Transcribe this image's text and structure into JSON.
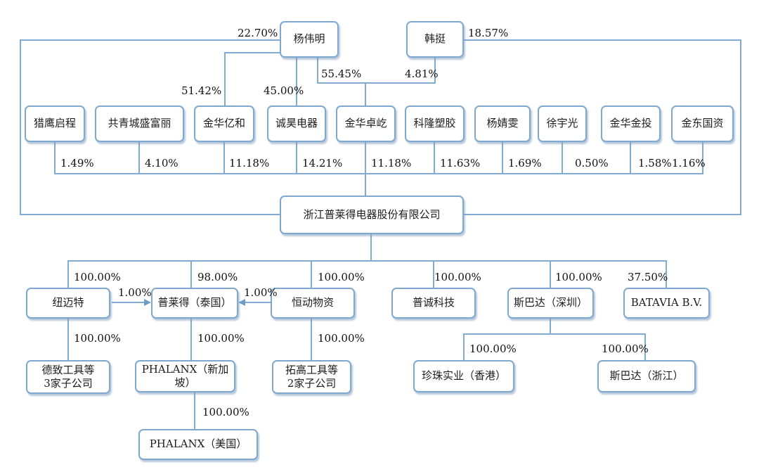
{
  "diagram": {
    "type": "equity-structure-org-chart",
    "line_color": "#82abd4",
    "box_border_color": "#7fa8d1",
    "nodes": {
      "yang_weiming": {
        "label": "杨伟明"
      },
      "han_ting": {
        "label": "韩挺"
      },
      "lieying_qicheng": {
        "label": "猎鹰启程"
      },
      "gongqingcheng_shengfuli": {
        "label": "共青城盛富丽"
      },
      "jinhua_yihe": {
        "label": "金华亿和"
      },
      "chenghao_dianqi": {
        "label": "诚昊电器"
      },
      "jinhua_zhuoyi": {
        "label": "金华卓屹"
      },
      "kelong_sujiao": {
        "label": "科隆塑胶"
      },
      "yang_jingwen": {
        "label": "杨婧雯"
      },
      "xu_yuguang": {
        "label": "徐宇光"
      },
      "jinhua_jintou": {
        "label": "金华金投"
      },
      "jindong_guozi": {
        "label": "金东国资"
      },
      "parent_company": {
        "label": "浙江普莱得电器股份有限公司"
      },
      "niumaite": {
        "label": "纽迈特"
      },
      "pulaide_thailand": {
        "label": "普莱得（泰国）"
      },
      "hengdong_wuzi": {
        "label": "恒动物资"
      },
      "pucheng_keji": {
        "label": "普诚科技"
      },
      "sibada_shenzhen": {
        "label": "斯巴达（深圳）"
      },
      "batavia": {
        "label": "BATAVIA B.V."
      },
      "dezhi_tools": {
        "label": "德致工具等\n3家子公司"
      },
      "phalanx_singapore": {
        "label": "PHALANX（新加坡）"
      },
      "tuogao_tools": {
        "label": "拓高工具等\n2家子公司"
      },
      "zhenzhu_hongkong": {
        "label": "珍珠实业（香港）"
      },
      "sibada_zhejiang": {
        "label": "斯巴达（浙江）"
      },
      "phalanx_usa": {
        "label": "PHALANX（美国）"
      }
    },
    "percents": {
      "yang_to_parent": "22.70%",
      "han_to_parent": "18.57%",
      "yang_to_jinhua_yihe": "51.42%",
      "yang_to_chenghao": "45.00%",
      "yang_to_jinhua_zhuoyi": "55.45%",
      "han_to_jinhua_zhuoyi": "4.81%",
      "lieying_to_parent": "1.49%",
      "gongqingcheng_to_parent": "4.10%",
      "jinhua_yihe_to_parent": "11.18%",
      "chenghao_to_parent": "14.21%",
      "jinhua_zhuoyi_to_parent": "11.18%",
      "kelong_to_parent": "11.63%",
      "yang_jingwen_to_parent": "1.69%",
      "xu_to_parent": "0.50%",
      "jinhua_jintou_to_parent": "1.58%",
      "jindong_to_parent": "1.16%",
      "parent_to_niumaite": "100.00%",
      "parent_to_pulaide_th": "98.00%",
      "niumaite_to_pulaide_th": "1.00%",
      "hengdong_to_pulaide_th": "1.00%",
      "parent_to_hengdong": "100.00%",
      "parent_to_pucheng": "100.00%",
      "parent_to_sibada_sz": "100.00%",
      "parent_to_batavia": "37.50%",
      "niumaite_to_dezhi": "100.00%",
      "pulaide_th_to_phalanx_sg": "100.00%",
      "hengdong_to_tuogao": "100.00%",
      "sibada_sz_to_zhenzhu": "100.00%",
      "sibada_sz_to_sibada_zj": "100.00%",
      "phalanx_sg_to_phalanx_us": "100.00%"
    }
  }
}
